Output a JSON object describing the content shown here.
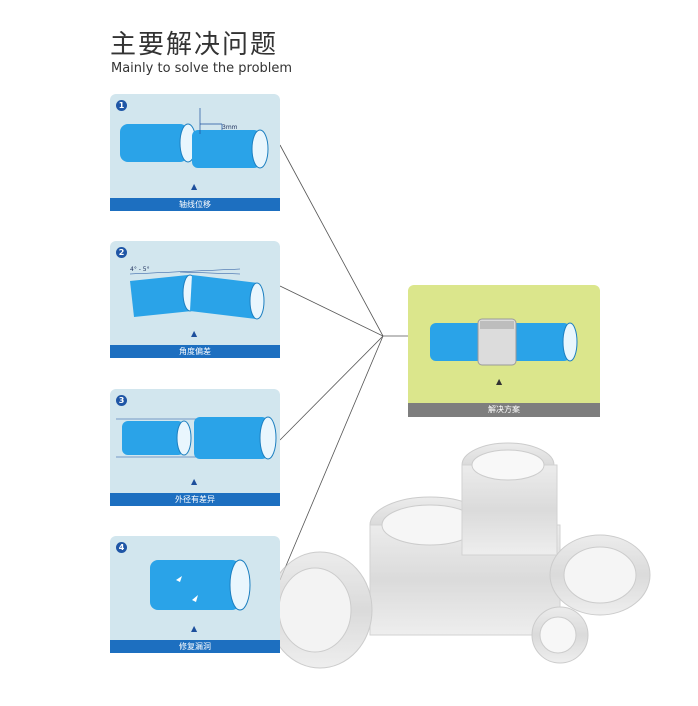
{
  "header": {
    "title": "主要解决问题",
    "subtitle": "Mainly to solve the problem"
  },
  "problems": [
    {
      "number": "1",
      "label": "轴线位移",
      "annotation": "3mm"
    },
    {
      "number": "2",
      "label": "角度偏差",
      "annotation": "4° - 5°"
    },
    {
      "number": "3",
      "label": "外径有差异"
    },
    {
      "number": "4",
      "label": "修复漏洞"
    }
  ],
  "solution": {
    "label": "解决方案"
  },
  "colors": {
    "card_bg": "#d2e6ee",
    "card_bar": "#1d6fc0",
    "pipe_blue": "#2aa3e8",
    "solution_bg": "#dbe68c",
    "solution_bar": "#7e7e7e"
  },
  "icons": {
    "indicator": "chevron-up-icon"
  }
}
